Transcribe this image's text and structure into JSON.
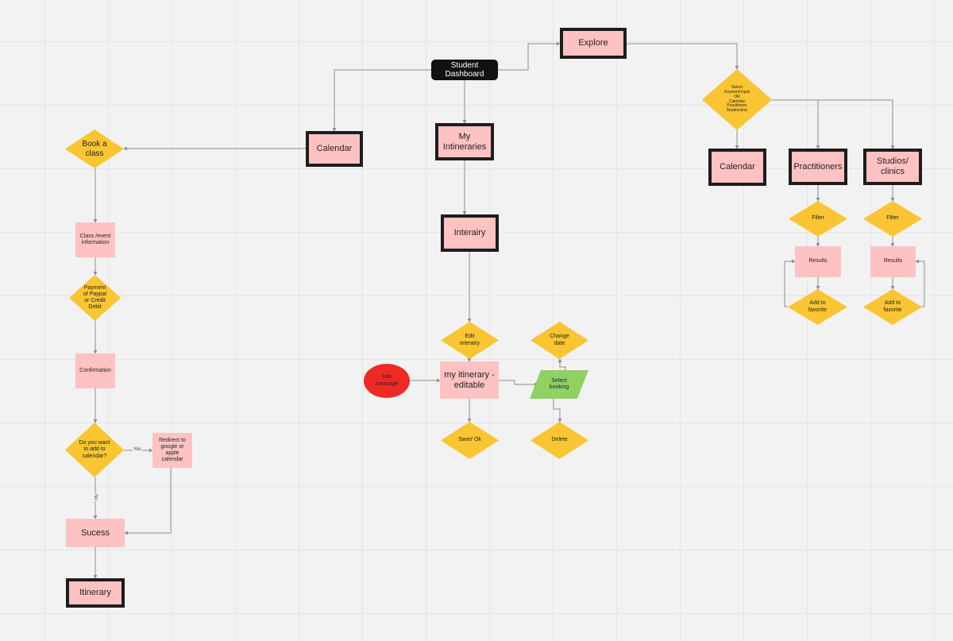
{
  "colors": {
    "canvas": "#f2f2f2",
    "process": "#ffc2c2",
    "decision": "#f9c532",
    "data": "#8fd262",
    "circle": "#ee2a24",
    "terminal": "#111111",
    "border": "#1d1d1d"
  },
  "nodes": {
    "student_dashboard": "Student\nDashboard",
    "explore": "Explore",
    "select_keyword": "Select\nKeyword input\nOR\nCalendar\nPractitioner\nStudio/clinic",
    "calendar_explore": "Calendar",
    "practitioners": "Practitioners",
    "studios_clinics": "Studios/\nclinics",
    "filter_practitioners": "Filter",
    "results_practitioners": "Results",
    "favorite_practitioners": "Add to\nfavorite",
    "filter_studios": "Filter",
    "results_studios": "Results",
    "favorite_studios": "Add to\nfavorite",
    "calendar_dashboard": "Calendar",
    "book_class": "Book a\nclass",
    "class_event_info": "Class /event\ninformation",
    "payment": "Payment\nof Paypal\nor Credit\nDebit",
    "confirmation": "Confirmation",
    "add_to_calendar": "Do you want\nto add to\ncalendar?",
    "redirect_calendar": "Redirect to\ngoogle or apple\ncalendar",
    "success": "Sucess",
    "itinerary_end": "Itinerary",
    "my_itineraries": "My Intineraries",
    "itinerary": "Interairy",
    "edit_itinerary": "Edit\ninterairy",
    "my_itinerary_editable": "my itinerary -\neditable",
    "info_message": "Info\nmessage",
    "save_ok": "Save/ Ok",
    "select_booking": "Select\nbooking",
    "change_date": "Change\ndate",
    "delete": "Delete"
  },
  "edge_labels": {
    "yes": "Yes",
    "no": "No"
  }
}
